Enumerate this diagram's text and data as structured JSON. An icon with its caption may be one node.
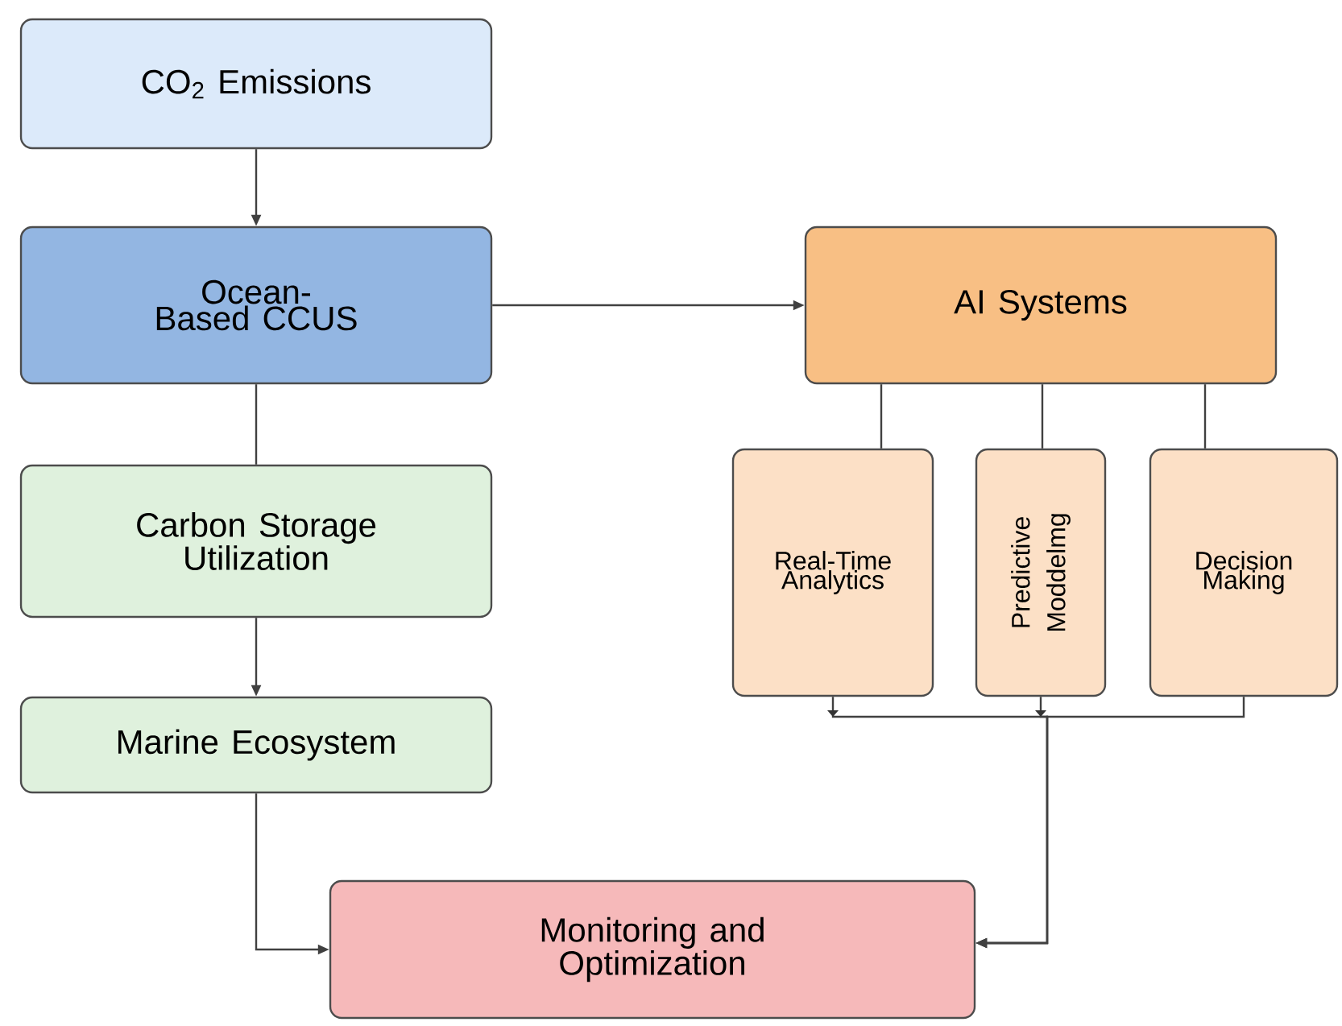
{
  "diagram": {
    "nodes": [
      {
        "text": [
          "CO$_{2}$ Emissions"
        ]
      },
      {
        "text": [
          "Ocean-Based CCUS"
        ]
      },
      {
        "text": [
          "AI Systems"
        ]
      },
      {
        "text": [
          "Carbon Storage Utilization"
        ]
      },
      {
        "text": [
          "Marine Ecosystem"
        ]
      },
      {
        "text": [
          "Real-Time Analytics"
        ]
      },
      {
        "text": [
          "Predictive Moddelmg"
        ]
      },
      {
        "text": [
          "Decision Making"
        ]
      },
      {
        "text": [
          "Monitoring and Optimization"
        ]
      }
    ],
    "edges": [
      {
        "from": 0,
        "to": 1,
        "arrow": "to"
      },
      {
        "from": 1,
        "to": 2,
        "arrow": "to"
      },
      {
        "from": 1,
        "to": 3,
        "arrow": "none"
      },
      {
        "from": 3,
        "to": 4,
        "arrow": "to"
      },
      {
        "from": 4,
        "to": 8,
        "arrow": "to"
      },
      {
        "from": 2,
        "to": 5,
        "arrow": "none"
      },
      {
        "from": 2,
        "to": 6,
        "arrow": "none"
      },
      {
        "from": 2,
        "to": 7,
        "arrow": "none"
      },
      {
        "from": 5,
        "to": 8,
        "arrow": "to"
      },
      {
        "from": 6,
        "to": 8,
        "arrow": "to"
      },
      {
        "from": 7,
        "to": 8,
        "arrow": "to"
      }
    ]
  }
}
